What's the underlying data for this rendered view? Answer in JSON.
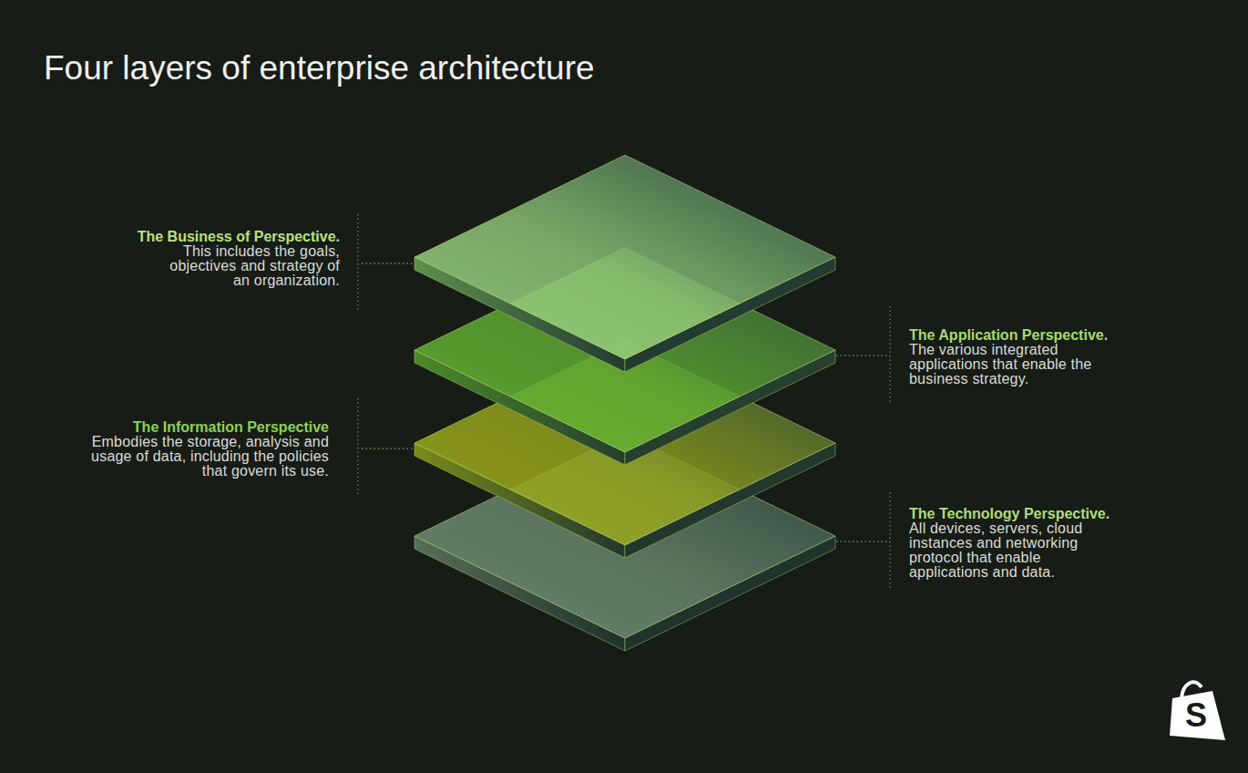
{
  "diagram": {
    "title": "Four layers of enterprise architecture",
    "nodes": [
      {
        "text": [
          "The Business of Perspective.",
          "This includes the goals, objectives and strategy of an organization."
        ]
      },
      {
        "text": [
          "The Application Perspective.",
          "The various integrated applications that enable the business strategy."
        ]
      },
      {
        "text": [
          "The Information Perspective",
          "Embodies the storage, analysis and usage of data, including the policies that govern its use."
        ]
      },
      {
        "text": [
          "The Technology Perspective.",
          "All devices, servers, cloud instances and networking protocol that enable applications and data."
        ]
      }
    ],
    "labels": [
      "S"
    ]
  }
}
